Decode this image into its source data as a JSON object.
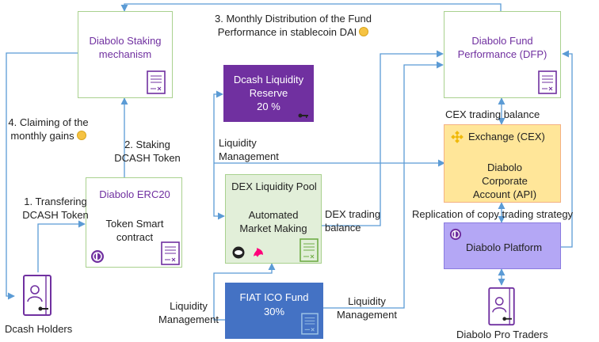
{
  "nodes": {
    "staking": {
      "title": "Diabolo Staking mechanism"
    },
    "dfp": {
      "title": "Diabolo Fund Performance (DFP)"
    },
    "reserve": {
      "title": "Dcash Liquidity Reserve",
      "value": "20 %"
    },
    "cex": {
      "title": "Exchange (CEX)",
      "subtitle": "Diabolo Corporate Account (API)"
    },
    "erc20": {
      "title": "Diabolo ERC20",
      "subtitle": "Token Smart contract"
    },
    "dex": {
      "title": "DEX Liquidity Pool",
      "subtitle": "Automated Market Making"
    },
    "platform": {
      "title": "Diabolo Platform"
    },
    "fiat": {
      "title": "FIAT ICO Fund",
      "value": "30%"
    },
    "holders": {
      "label": "Dcash Holders"
    },
    "traders": {
      "label": "Diabolo Pro Traders"
    }
  },
  "edges": {
    "monthly_distribution": "3. Monthly Distribution of the Fund Performance in stablecoin DAI",
    "claiming": "4. Claiming of the monthly gains",
    "staking": "2. Staking DCASH Token",
    "transfering": "1. Transfering DCASH Token",
    "liquidity_mgmt_top": "Liquidity Management",
    "cex_trading_balance": "CEX trading balance",
    "dex_trading_balance": "DEX trading balance",
    "replication": "Replication of copy trading strategy",
    "liquidity_mgmt_left": "Liquidity Management",
    "liquidity_mgmt_right": "Liquidity Management"
  },
  "colors": {
    "green_fill": "#e2efd9",
    "green_border": "#a9d18e",
    "purple": "#7030a0",
    "gold_fill": "#ffe699",
    "gold_border": "#f4b183",
    "blue_fill": "#4472c4",
    "platform_fill": "#b4a7f5",
    "arrow": "#5b9bd5"
  },
  "icons": [
    "document-icon",
    "person-card-icon",
    "binance-icon",
    "diabolo-logo-icon",
    "dai-coin-icon",
    "uniswap-icon",
    "sushi-icon",
    "key-icon"
  ]
}
